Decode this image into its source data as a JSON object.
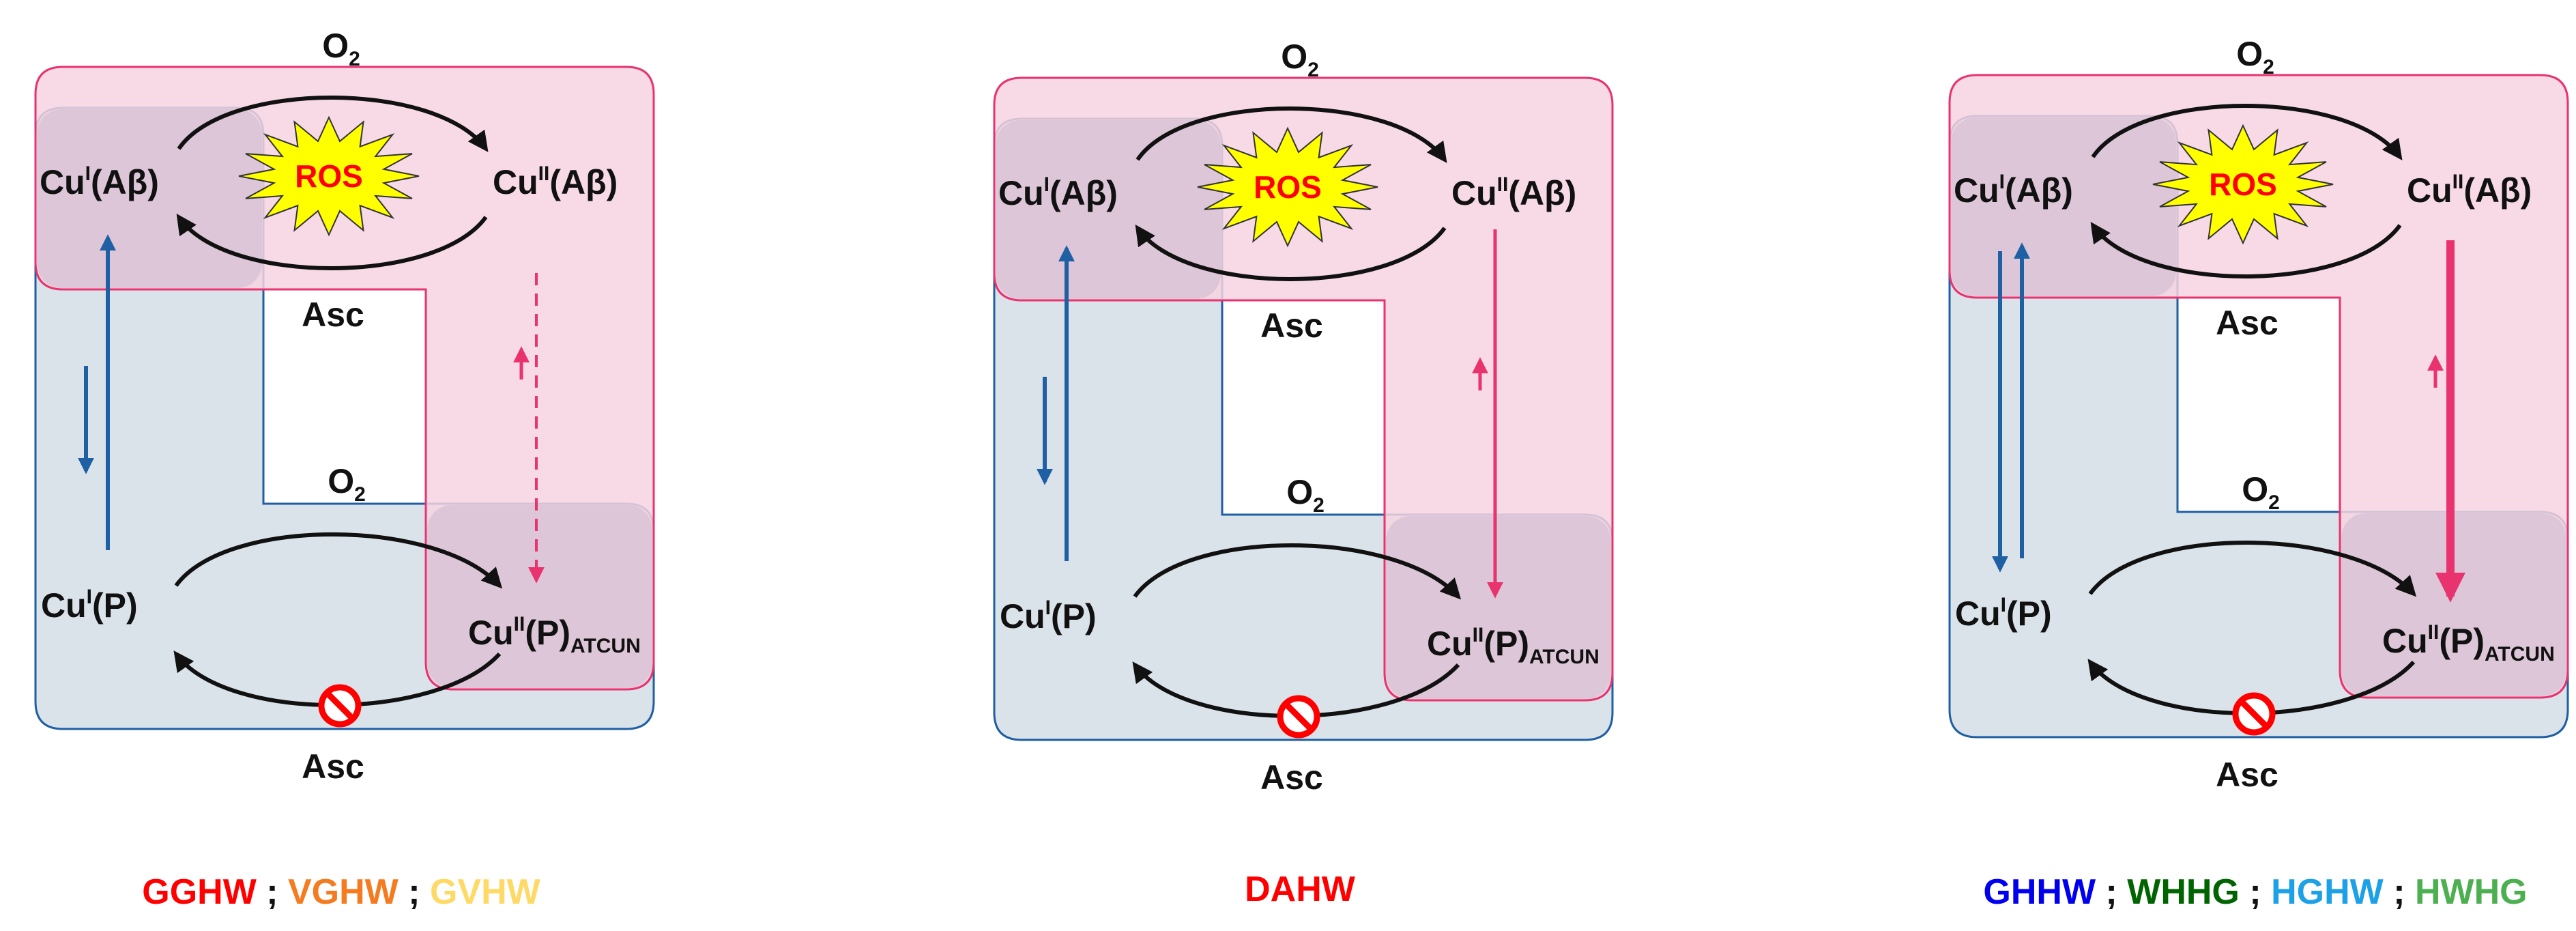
{
  "colors": {
    "pink": "#e8336f",
    "pink_fill": "#f6d3e0",
    "blue": "#1f5fa3",
    "blue_fill": "#dbe3ea",
    "overlap_fill": "#d9c4d6",
    "ros_fill": "#ffff00",
    "ros_text": "#ff0000",
    "no_sign": "#ff0000"
  },
  "labels": {
    "o2": "O",
    "o2_sub": "2",
    "asc": "Asc",
    "cu": "Cu",
    "sup_i": "I",
    "sup_ii": "II",
    "abeta": "(Aβ)",
    "p": "(P)",
    "atcun": "ATCUN",
    "ros": "ROS"
  },
  "panels": [
    {
      "exchange_arrow": "single-down",
      "transfer_arrow": "dashed",
      "footer": [
        {
          "text": "GGHW",
          "color": "#ff0000"
        },
        {
          "text": " ; ",
          "color": "#111111"
        },
        {
          "text": "VGHW",
          "color": "#f47b20"
        },
        {
          "text": " ; ",
          "color": "#111111"
        },
        {
          "text": "GVHW",
          "color": "#ffd966"
        }
      ]
    },
    {
      "exchange_arrow": "single-down",
      "transfer_arrow": "thin",
      "footer": [
        {
          "text": "DAHW",
          "color": "#ff0000"
        }
      ]
    },
    {
      "exchange_arrow": "double-down",
      "transfer_arrow": "thick",
      "footer": [
        {
          "text": "GHHW",
          "color": "#0000ee"
        },
        {
          "text": " ; ",
          "color": "#111111"
        },
        {
          "text": "WHHG",
          "color": "#006400"
        },
        {
          "text": " ; ",
          "color": "#111111"
        },
        {
          "text": "HGHW",
          "color": "#1da1e6"
        },
        {
          "text": " ; ",
          "color": "#111111"
        },
        {
          "text": "HWHG",
          "color": "#4caf50"
        }
      ]
    }
  ]
}
